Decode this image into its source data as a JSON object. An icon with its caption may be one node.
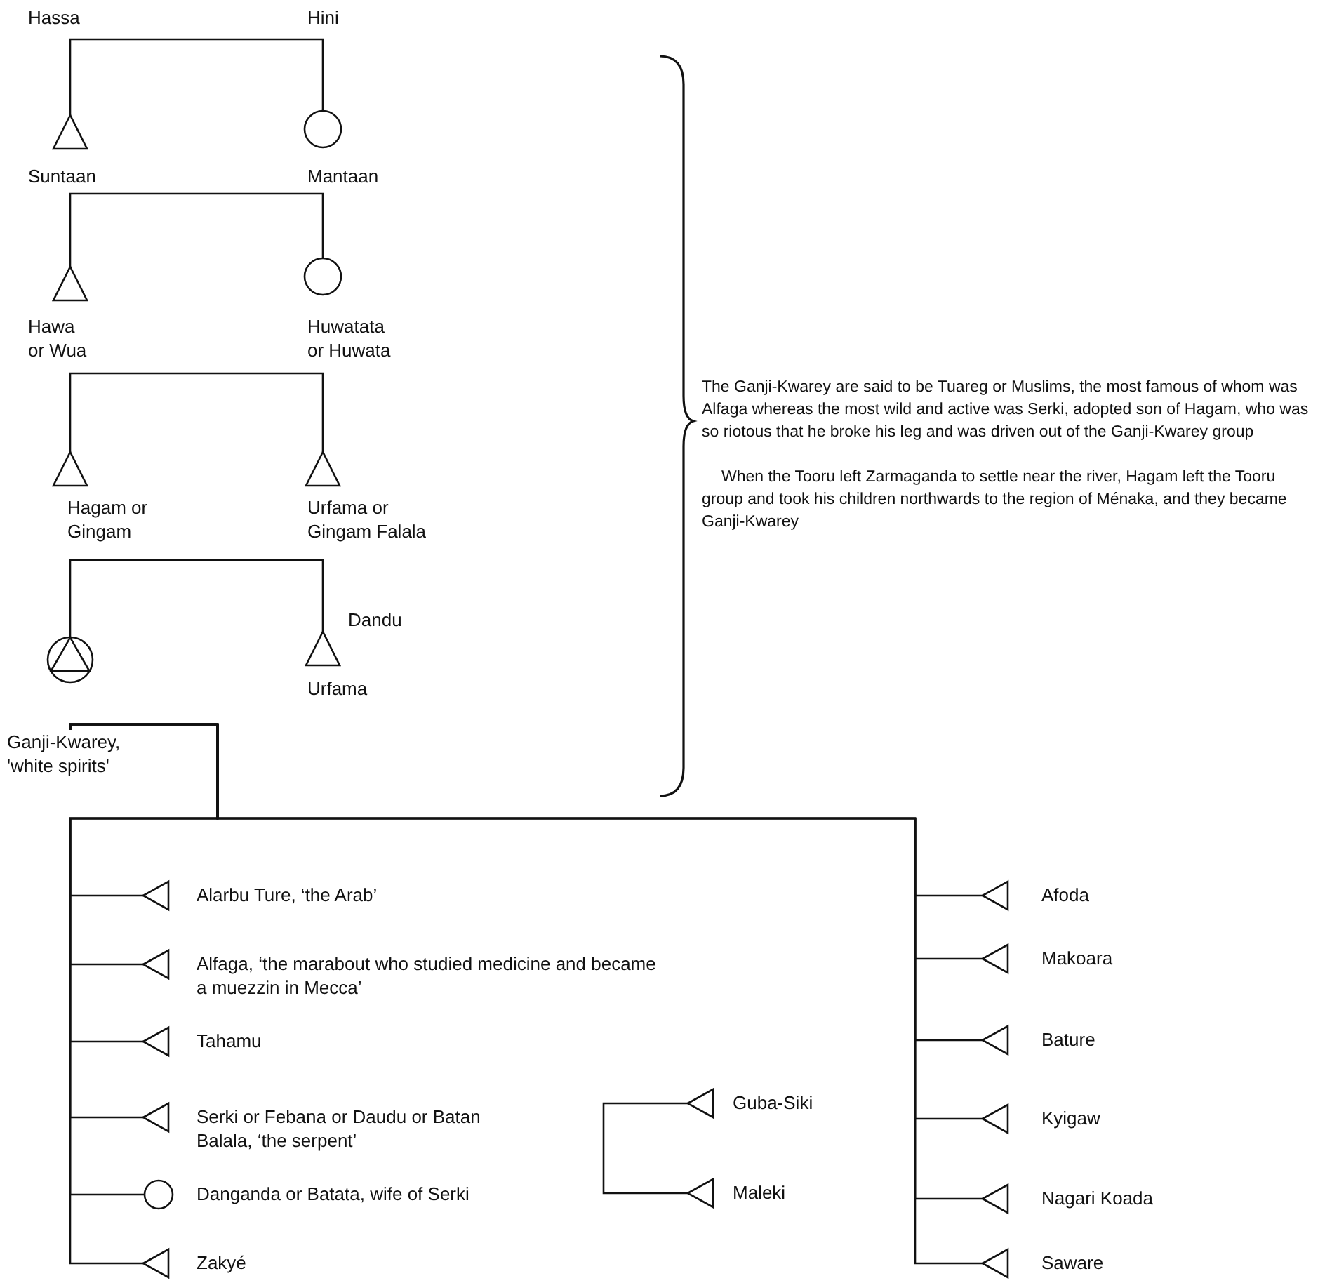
{
  "diagram": {
    "nodes": [
      {
        "text": [],
        "shape": "triangle",
        "beside": [
          "Suntaan"
        ]
      },
      {
        "text": [],
        "shape": "circle",
        "beside": [
          "Mantaan"
        ]
      },
      {
        "text": [],
        "shape": "triangle",
        "beside": [
          "Hawa or Wua"
        ]
      },
      {
        "text": [],
        "shape": "circle",
        "beside": [
          "Huwatata or Huwata"
        ]
      },
      {
        "text": [],
        "shape": "triangle",
        "beside": [
          "Hagam or Gingam"
        ]
      },
      {
        "text": [],
        "shape": "triangle",
        "beside": [
          "Urfama or Gingam Falala"
        ]
      },
      {
        "text": [],
        "shape": "circled-triangle"
      },
      {
        "text": [],
        "shape": "triangle",
        "beside": [
          "Dandu",
          "Urfama"
        ]
      },
      {
        "text": [
          "Ganji-Kwarey, 'white spirits'"
        ]
      },
      {
        "text": [],
        "shape": "triangle",
        "beside": [
          "Alarbu Ture, ‘the Arab’"
        ]
      },
      {
        "text": [],
        "shape": "triangle",
        "beside": [
          "Alfaga, ‘the marabout who studied medicine and became a muezzin in Mecca’"
        ]
      },
      {
        "text": [],
        "shape": "triangle",
        "beside": [
          "Tahamu"
        ]
      },
      {
        "text": [],
        "shape": "triangle",
        "beside": [
          "Serki or Febana or Daudu or Batan Balala, ‘the serpent’"
        ]
      },
      {
        "text": [],
        "shape": "circle",
        "beside": [
          "Danganda or Batata, wife of Serki"
        ]
      },
      {
        "text": [],
        "shape": "triangle",
        "beside": [
          "Zakyé"
        ]
      },
      {
        "text": [],
        "shape": "triangle",
        "beside": [
          "Guba-Siki"
        ]
      },
      {
        "text": [],
        "shape": "triangle",
        "beside": [
          "Maleki"
        ]
      },
      {
        "text": [],
        "shape": "triangle",
        "beside": [
          "Afoda"
        ]
      },
      {
        "text": [],
        "shape": "triangle",
        "beside": [
          "Makoara"
        ]
      },
      {
        "text": [],
        "shape": "triangle",
        "beside": [
          "Bature"
        ]
      },
      {
        "text": [],
        "shape": "triangle",
        "beside": [
          "Kyigaw"
        ]
      },
      {
        "text": [],
        "shape": "triangle",
        "beside": [
          "Nagari Koada"
        ]
      },
      {
        "text": [],
        "shape": "triangle",
        "beside": [
          "Saware"
        ]
      }
    ],
    "edges": [
      {
        "from": 0,
        "to": 1,
        "arrow": "none"
      },
      {
        "from": 2,
        "to": 3,
        "arrow": "none"
      },
      {
        "from": 4,
        "to": 5,
        "arrow": "none"
      },
      {
        "from": 6,
        "to": 7,
        "arrow": "none"
      },
      {
        "from": 8,
        "to": 9,
        "arrow": "none"
      },
      {
        "from": 8,
        "to": 10,
        "arrow": "none"
      },
      {
        "from": 8,
        "to": 11,
        "arrow": "none"
      },
      {
        "from": 8,
        "to": 12,
        "arrow": "none"
      },
      {
        "from": 8,
        "to": 13,
        "arrow": "none"
      },
      {
        "from": 8,
        "to": 14,
        "arrow": "none"
      },
      {
        "from": 15,
        "to": 16,
        "arrow": "none"
      },
      {
        "from": 8,
        "to": 17,
        "arrow": "none"
      },
      {
        "from": 8,
        "to": 18,
        "arrow": "none"
      },
      {
        "from": 8,
        "to": 19,
        "arrow": "none"
      },
      {
        "from": 8,
        "to": 20,
        "arrow": "none"
      },
      {
        "from": 8,
        "to": 21,
        "arrow": "none"
      },
      {
        "from": 8,
        "to": 22,
        "arrow": "none"
      }
    ],
    "labels": [
      "Hassa",
      "Hini",
      "The Ganji-Kwarey are said to be Tuareg or Muslims, the most famous of whom was Alfaga whereas the most wild and active was Serki, adopted son of Hagam, who was so riotous that he broke his leg and was driven out of the Ganji-Kwarey group",
      "When the Tooru left Zarmaganda to settle near the river, Hagam left the Tooru group and took his children northwards to the region of Ménaka, and they became Ganji-Kwarey"
    ]
  }
}
